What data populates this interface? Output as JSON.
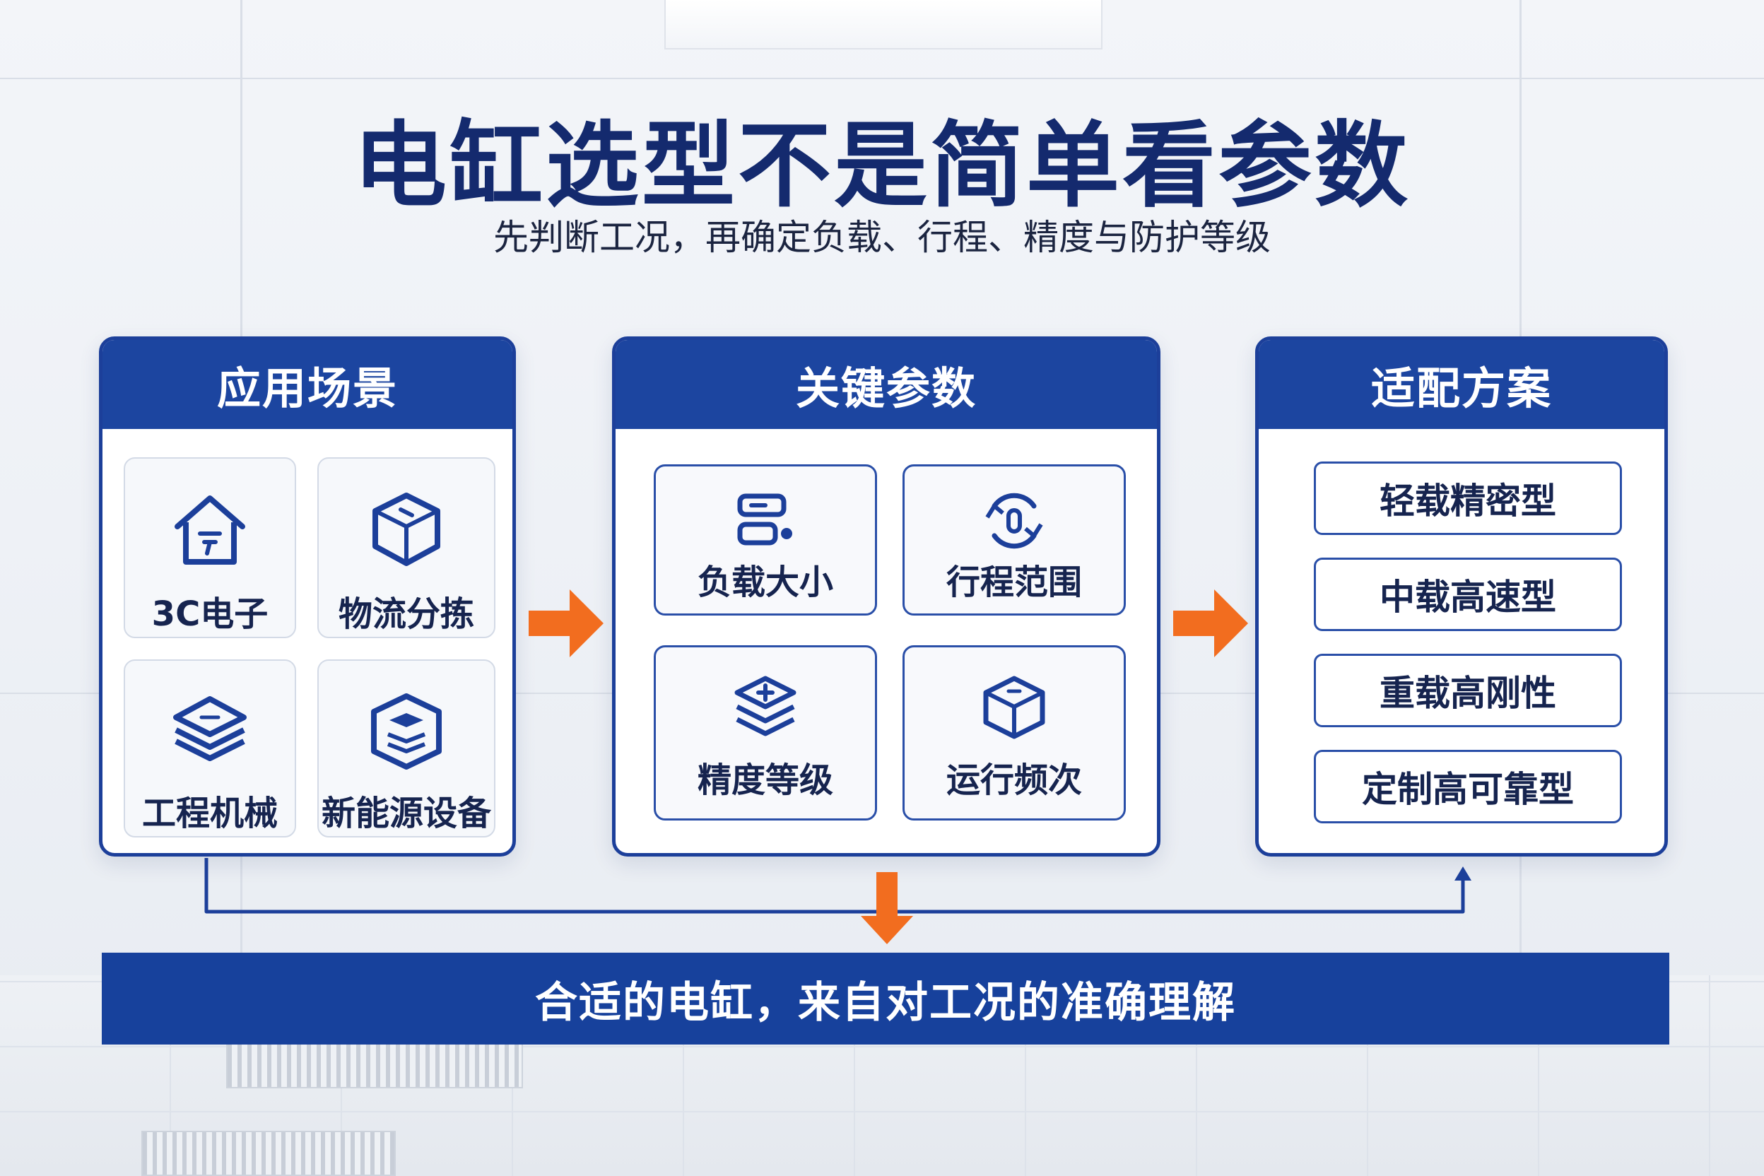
{
  "title": "电缸选型不是简单看参数",
  "subtitle": "先判断工况，再确定负载、行程、精度与防护等级",
  "panels": {
    "scenarios": {
      "title": "应用场景",
      "items": [
        {
          "label": "3C电子",
          "icon": "house-icon"
        },
        {
          "label": "物流分拣",
          "icon": "box-icon"
        },
        {
          "label": "工程机械",
          "icon": "layers-icon"
        },
        {
          "label": "新能源设备",
          "icon": "battery-stack-icon"
        }
      ]
    },
    "parameters": {
      "title": "关键参数",
      "items": [
        {
          "label": "负载大小",
          "icon": "load-icon"
        },
        {
          "label": "行程范围",
          "icon": "stroke-icon"
        },
        {
          "label": "精度等级",
          "icon": "precision-icon"
        },
        {
          "label": "运行频次",
          "icon": "cube-icon"
        }
      ]
    },
    "solutions": {
      "title": "适配方案",
      "items": [
        "轻载精密型",
        "中载高速型",
        "重载高刚性",
        "定制高可靠型"
      ]
    }
  },
  "banner": "合适的电缸，来自对工况的准确理解",
  "colors": {
    "navy": "#1c45a0",
    "title": "#142a6e",
    "arrow": "#f26d1f"
  }
}
